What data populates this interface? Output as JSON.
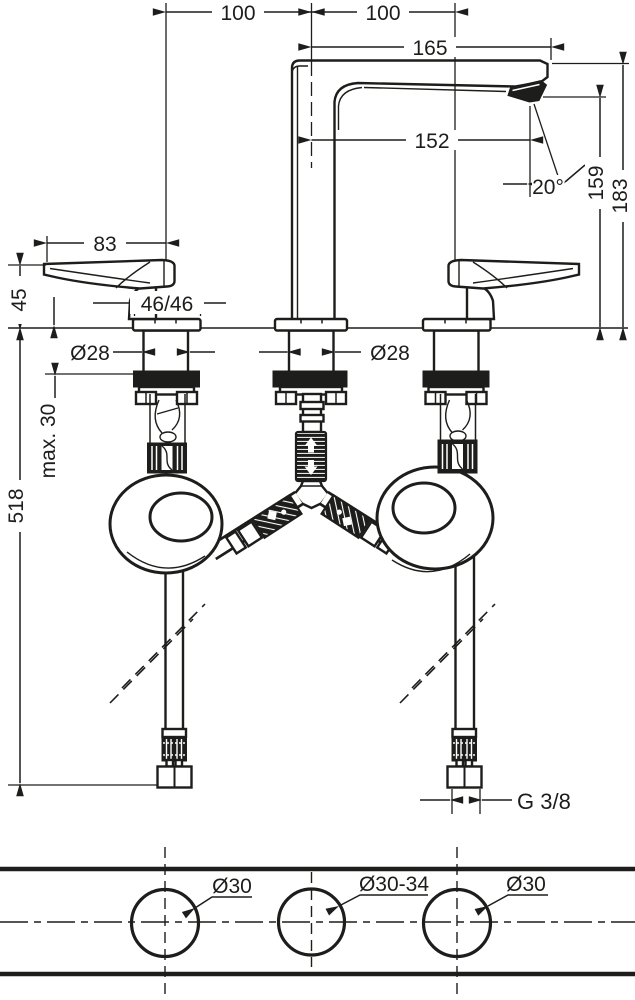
{
  "drawing": {
    "title": "faucet-installation-dimension-drawing",
    "line_color": "#1d1d1b",
    "background_color": "#ffffff",
    "dimensions": {
      "hole_spacing_left": "100",
      "hole_spacing_right": "100",
      "spout_reach": "165",
      "spout_projection": "152",
      "spray_angle": "20°",
      "outlet_height": "159",
      "total_height": "183",
      "handle_length": "83",
      "handle_height": "45",
      "handle_base_width": "46/46",
      "shank_diameter_left": "Ø28",
      "shank_diameter_center": "Ø28",
      "max_deck_thickness": "max. 30",
      "supply_hose_length": "518",
      "connection_thread": "G 3/8"
    },
    "plan_view": {
      "hole_left": "Ø30",
      "hole_center": "Ø30-34",
      "hole_right": "Ø30"
    }
  }
}
